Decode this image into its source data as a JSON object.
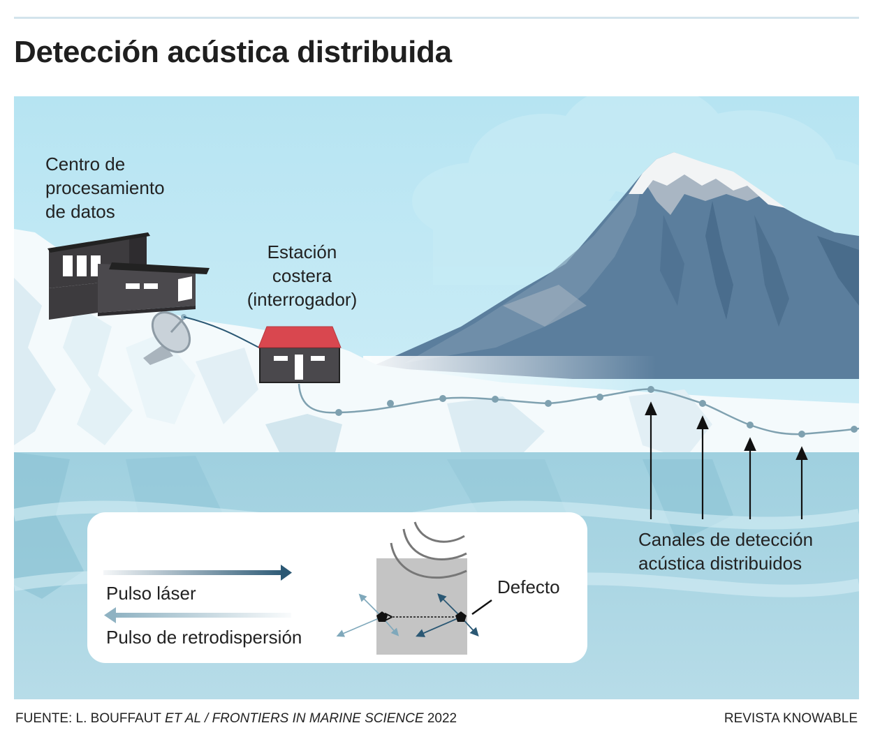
{
  "title": "Detección acústica distribuida",
  "labels": {
    "processing_center": "Centro de\nprocesamiento\nde datos",
    "coastal_station": "Estación\ncostera\n(interrogador)",
    "channels": "Canales de detección\nacústica distribuidos",
    "laser_pulse": "Pulso láser",
    "backscatter_pulse": "Pulso de retrodispersión",
    "defect": "Defecto"
  },
  "source": {
    "prefix": "FUENTE: L. BOUFFAUT ",
    "et_al": "ET AL",
    "separator": " / ",
    "journal": "FRONTIERS IN MARINE SCIENCE",
    "year": " 2022"
  },
  "credit": "REVISTA KNOWABLE",
  "colors": {
    "sky": "#b3e3f1",
    "sea": "#a9d6e4",
    "mountain": "#587a98",
    "cable": "#7fa1b0",
    "roof_red": "#d9474f",
    "arrow_dark": "#2b5874"
  }
}
